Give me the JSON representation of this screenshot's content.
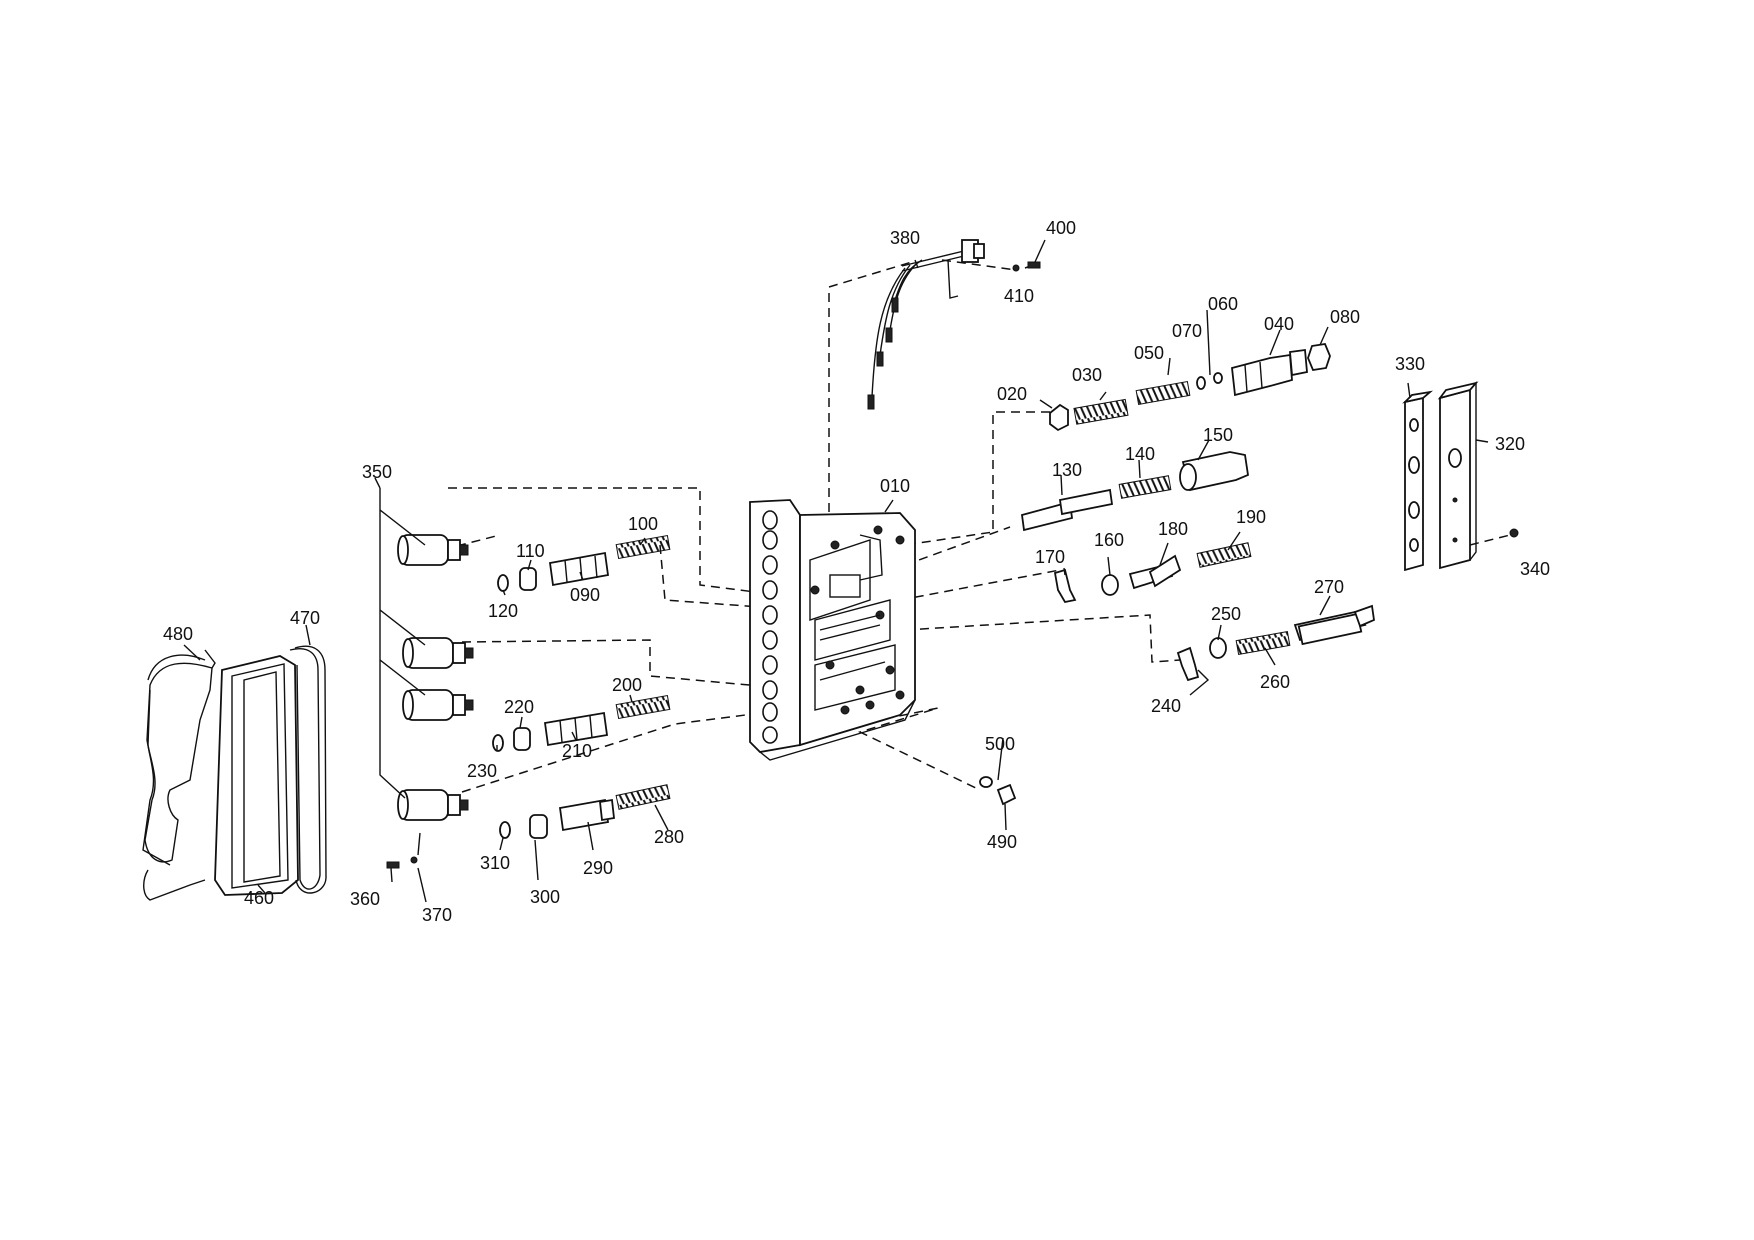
{
  "diagram": {
    "labels": {
      "p010": "010",
      "p020": "020",
      "p030": "030",
      "p040": "040",
      "p050": "050",
      "p060": "060",
      "p070": "070",
      "p080": "080",
      "p090": "090",
      "p100": "100",
      "p110": "110",
      "p120": "120",
      "p130": "130",
      "p140": "140",
      "p150": "150",
      "p160": "160",
      "p170": "170",
      "p180": "180",
      "p190": "190",
      "p200": "200",
      "p210": "210",
      "p220": "220",
      "p230": "230",
      "p240": "240",
      "p250": "250",
      "p260": "260",
      "p270": "270",
      "p280": "280",
      "p290": "290",
      "p300": "300",
      "p310": "310",
      "p320": "320",
      "p330": "330",
      "p340": "340",
      "p350": "350",
      "p360": "360",
      "p370": "370",
      "p380": "380",
      "p400": "400",
      "p410": "410",
      "p460": "460",
      "p470": "470",
      "p480": "480",
      "p490": "490",
      "p500": "500"
    }
  }
}
